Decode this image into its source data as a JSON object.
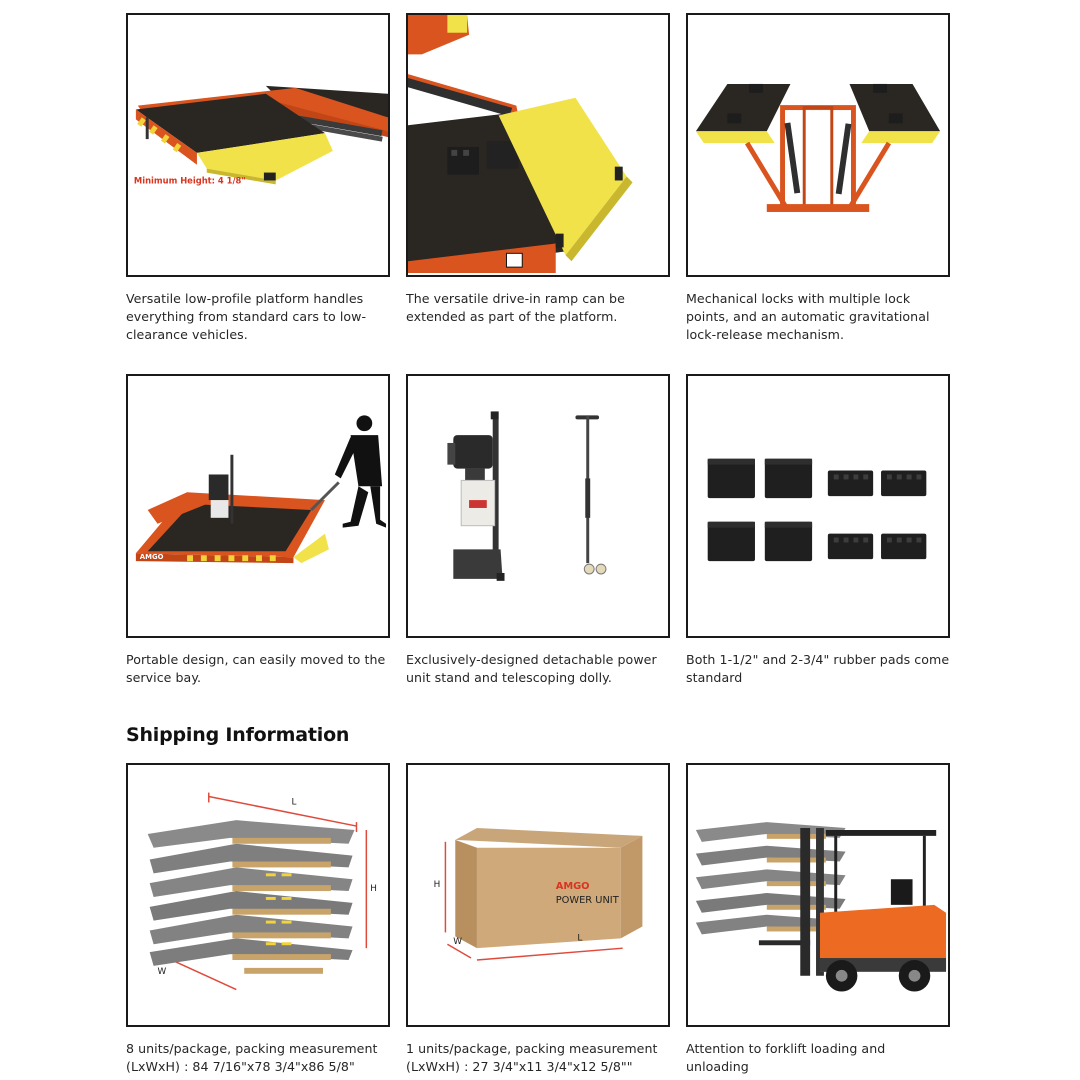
{
  "features": [
    {
      "caption": "Versatile low-profile platform handles everything from standard cars to low-clearance vehicles.",
      "image_label": "Minimum Height: 4 1/8\""
    },
    {
      "caption": "The versatile drive-in ramp can be extended as part of the platform."
    },
    {
      "caption": "Mechanical locks with multiple lock points, and an automatic gravitational lock-release mechanism."
    },
    {
      "caption": "Portable design, can easily moved to the service bay.",
      "image_label": "AMGO"
    },
    {
      "caption": "Exclusively-designed detachable power unit stand and telescoping dolly."
    },
    {
      "caption": "Both 1-1/2\" and 2-3/4\" rubber pads come standard"
    }
  ],
  "shipping": {
    "heading": "Shipping Information",
    "items": [
      {
        "caption": "8 units/package, packing measurement (LxWxH) : 84 7/16\"x78 3/4\"x86 5/8\"",
        "dim_l": "L",
        "dim_w": "W",
        "dim_h": "H"
      },
      {
        "caption": "1 units/package, packing measurement (LxWxH) : 27 3/4\"x11 3/4\"x12 5/8\"\"",
        "dim_l": "L",
        "dim_w": "W",
        "dim_h": "H",
        "box_brand": "AMGO",
        "box_text": "POWER UNIT"
      },
      {
        "caption": "Attention to forklift loading and unloading"
      }
    ]
  },
  "colors": {
    "frame_orange": "#d9541e",
    "ramp_yellow": "#f2e24a",
    "deck_black": "#2a2622",
    "dimension_red": "#e04a3a"
  }
}
